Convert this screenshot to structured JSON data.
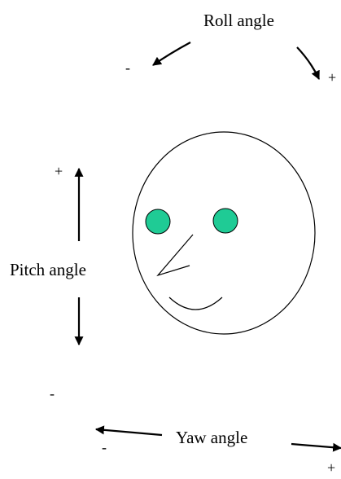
{
  "labels": {
    "roll": "Roll angle",
    "pitch": "Pitch angle",
    "yaw": "Yaw angle"
  },
  "signs": {
    "roll_minus": "-",
    "roll_plus": "+",
    "pitch_plus": "+",
    "pitch_minus": "-",
    "yaw_minus": "-",
    "yaw_plus": "+"
  },
  "colors": {
    "eyes": "#1fcb95",
    "stroke": "#000000",
    "background": "#ffffff"
  }
}
